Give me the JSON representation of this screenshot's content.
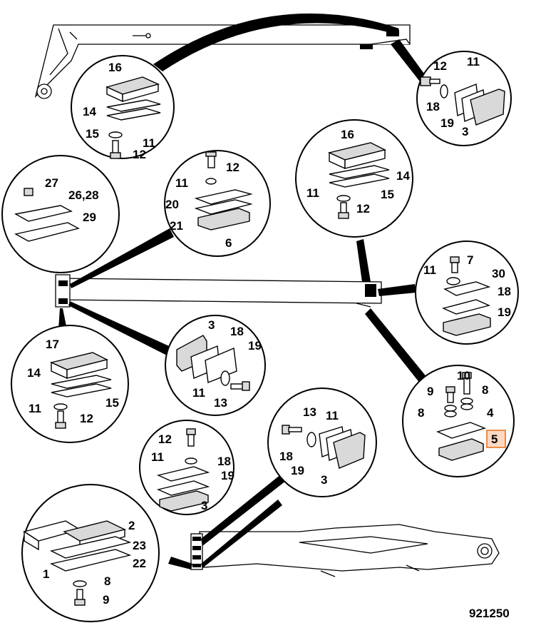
{
  "diagram": {
    "reference_number": "921250",
    "highlighted_label": "5",
    "callouts": [
      {
        "id": "top-left",
        "labels": [
          "16",
          "14",
          "15",
          "11",
          "12"
        ]
      },
      {
        "id": "top-right",
        "labels": [
          "12",
          "11",
          "18",
          "19",
          "3"
        ]
      },
      {
        "id": "left-upper",
        "labels": [
          "27",
          "26,28",
          "29"
        ]
      },
      {
        "id": "center-upper",
        "labels": [
          "12",
          "11",
          "20",
          "21",
          "6"
        ]
      },
      {
        "id": "right-upper",
        "labels": [
          "16",
          "14",
          "11",
          "15",
          "12"
        ]
      },
      {
        "id": "right-middle",
        "labels": [
          "7",
          "11",
          "30",
          "18",
          "19"
        ]
      },
      {
        "id": "left-middle",
        "labels": [
          "17",
          "14",
          "15",
          "11",
          "12"
        ]
      },
      {
        "id": "center-middle",
        "labels": [
          "3",
          "18",
          "19",
          "11",
          "13"
        ]
      },
      {
        "id": "right-lower",
        "labels": [
          "10",
          "9",
          "8",
          "8",
          "4",
          "5"
        ]
      },
      {
        "id": "center-lower",
        "labels": [
          "12",
          "11",
          "18",
          "19",
          "3"
        ]
      },
      {
        "id": "center-bottom",
        "labels": [
          "13",
          "11",
          "18",
          "19",
          "3"
        ]
      },
      {
        "id": "bottom-left",
        "labels": [
          "2",
          "23",
          "22",
          "1",
          "8",
          "9"
        ]
      }
    ]
  }
}
